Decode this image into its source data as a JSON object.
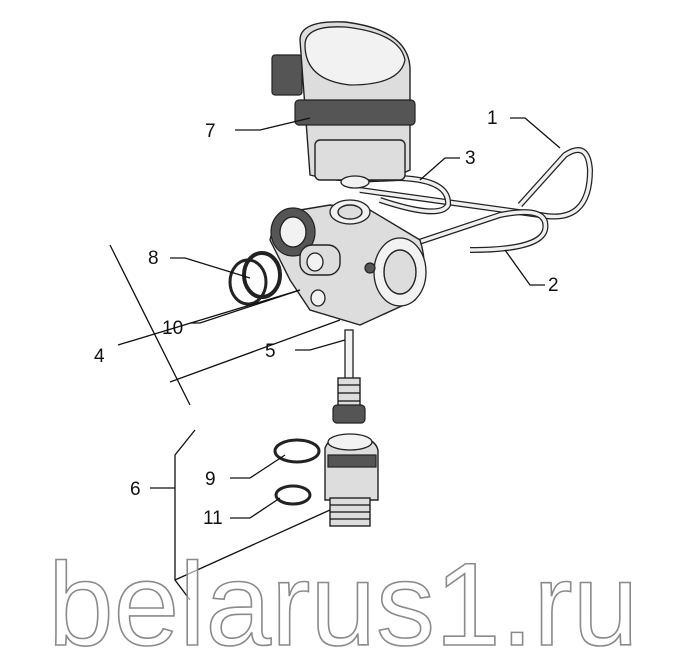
{
  "diagram": {
    "callouts": [
      {
        "label": "1"
      },
      {
        "label": "2"
      },
      {
        "label": "3"
      },
      {
        "label": "4"
      },
      {
        "label": "5"
      },
      {
        "label": "6"
      },
      {
        "label": "7"
      },
      {
        "label": "8"
      },
      {
        "label": "9"
      },
      {
        "label": "10"
      },
      {
        "label": "11"
      }
    ]
  },
  "watermark": {
    "text": "belarus1.ru"
  }
}
